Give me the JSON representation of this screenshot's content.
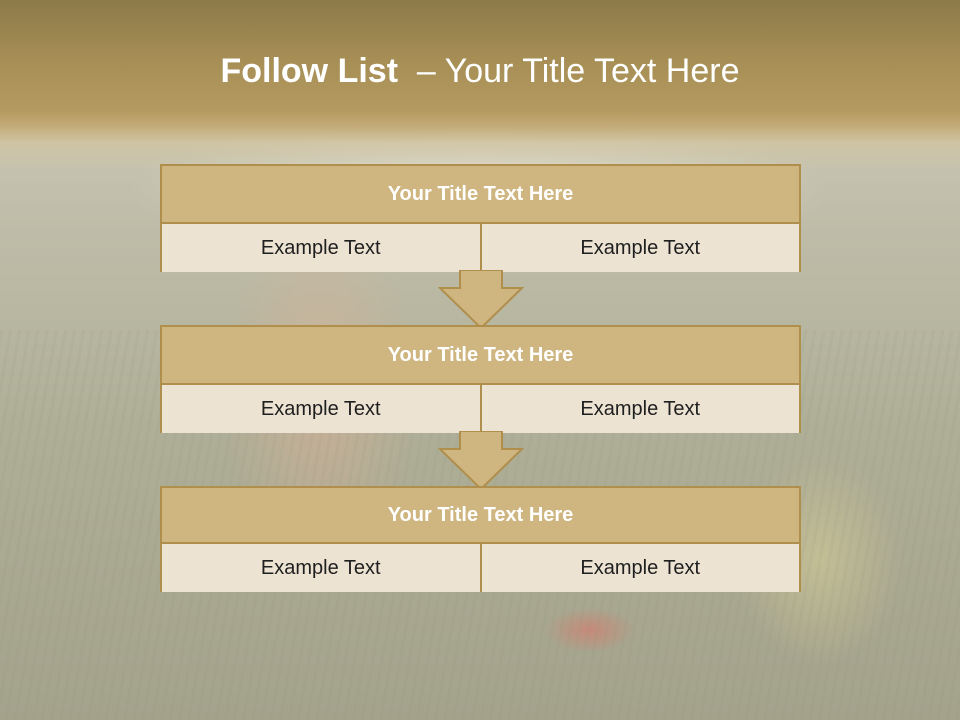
{
  "slide": {
    "title_bold": "Follow List",
    "title_rest": "  – Your Title Text Here"
  },
  "blocks": [
    {
      "title": "Your Title Text Here",
      "left": "Example Text",
      "right": "Example Text"
    },
    {
      "title": "Your Title Text Here",
      "left": "Example Text",
      "right": "Example Text"
    },
    {
      "title": "Your Title Text Here",
      "left": "Example Text",
      "right": "Example Text"
    }
  ],
  "colors": {
    "header_band": "#b49a60",
    "block_title_fill": "#cfb580",
    "block_border": "#b08f4d",
    "cell_fill": "#ece3d3",
    "arrow_fill": "#cfb580"
  }
}
